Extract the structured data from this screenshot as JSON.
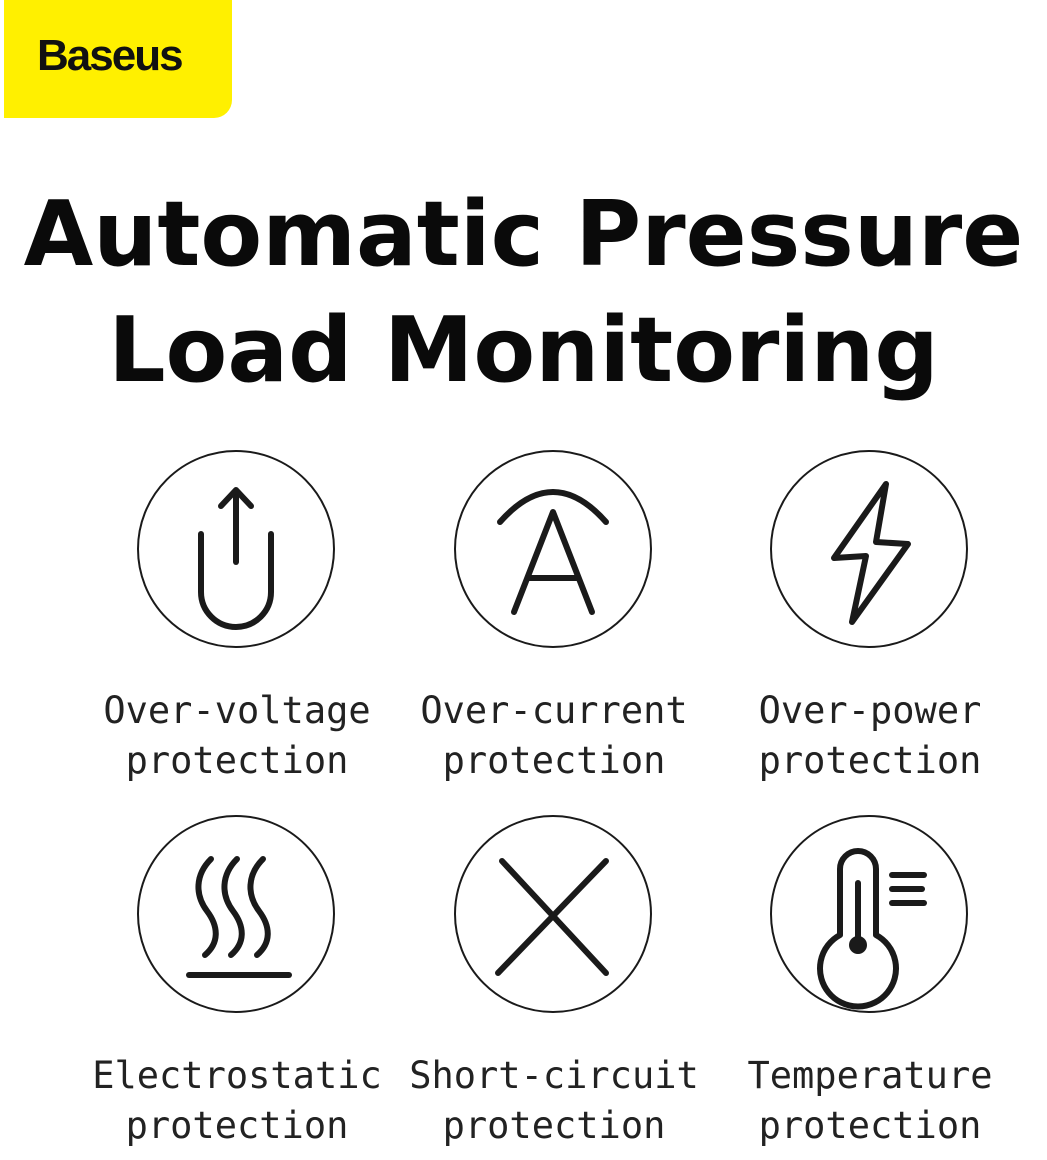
{
  "brand": {
    "name": "Baseus",
    "accent_color": "#fff000"
  },
  "headline": {
    "line1": "Automatic Pressure",
    "line2": "Load Monitoring"
  },
  "features": [
    {
      "icon": "upload-arrow-icon",
      "line1": "Over-voltage",
      "line2": "protection"
    },
    {
      "icon": "ammeter-icon",
      "line1": "Over-current",
      "line2": "protection"
    },
    {
      "icon": "lightning-bolt-icon",
      "line1": "Over-power",
      "line2": "protection"
    },
    {
      "icon": "heat-waves-icon",
      "line1": "Electrostatic",
      "line2": "protection"
    },
    {
      "icon": "cross-icon",
      "line1": "Short-circuit",
      "line2": "protection"
    },
    {
      "icon": "thermometer-icon",
      "line1": "Temperature",
      "line2": "protection"
    }
  ]
}
